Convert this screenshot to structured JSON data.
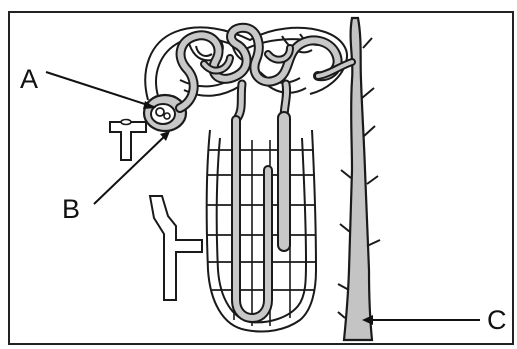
{
  "labels": {
    "a": "A",
    "b": "B",
    "c": "C"
  },
  "colors": {
    "ink": "#1a1a1a",
    "tubule_fill": "#c8c8c8",
    "background": "#ffffff"
  }
}
